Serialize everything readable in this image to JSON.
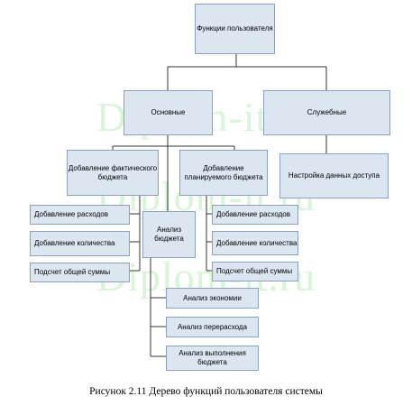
{
  "watermark": {
    "lines": [
      "Diplom-it.ru",
      "Diplom-it.ru",
      "Diplom-it.ru"
    ]
  },
  "nodes": {
    "root": "Функции пользователя",
    "main": "Основные",
    "service": "Служебные",
    "actual_budget": "Добавление фактического бюджета",
    "planned_budget": "Добавление планируемого бюджета",
    "access_settings": "Настройка данных доступа",
    "analysis": "Анализ бюджета",
    "left_add_expenses": "Добавление расходов",
    "left_add_quantity": "Добавление количества",
    "left_total": "Подсчет общей суммы",
    "right_add_expenses": "Добавление расходов",
    "right_add_quantity": "Добавление количества",
    "right_total": "Подсчет общей суммы",
    "savings_analysis": "Анализ экономии",
    "overspend_analysis": "Анализ перерасхода",
    "execution_analysis": "Анализ выполнения бюджета"
  },
  "caption": "Рисунок 2.11 Дерево функций пользователя системы",
  "colors": {
    "box_fill": "#dce6f1",
    "box_border": "#8aa2c0",
    "line": "#333333"
  }
}
